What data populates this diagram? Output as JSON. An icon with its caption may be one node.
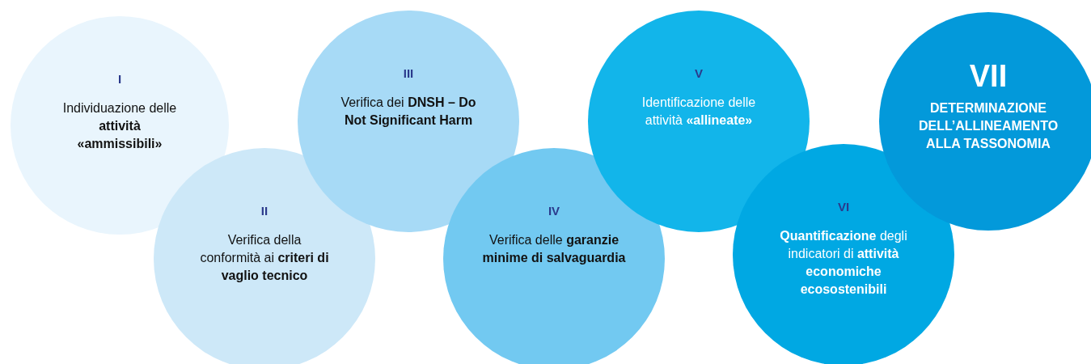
{
  "diagram": {
    "nodes": [
      {
        "text": [
          "I",
          "Individuazione delle **attività «ammissibili»**"
        ]
      },
      {
        "text": [
          "II",
          "Verifica della conformità ai **criteri di vaglio tecnico**"
        ]
      },
      {
        "text": [
          "III",
          "Verifica dei **DNSH – Do Not Significant Harm**"
        ]
      },
      {
        "text": [
          "IV",
          "Verifica delle **garanzie minime di salvaguardia**"
        ]
      },
      {
        "text": [
          "V",
          "Identificazione delle attività **«allineate»**"
        ]
      },
      {
        "text": [
          "VI",
          "**Quantificazione** degli indicatori di **attività economiche ecosostenibili**"
        ]
      },
      {
        "text": [
          "VII",
          "DETERMINAZIONE DELL’ALLINEAMENTO ALLA TASSONOMIA"
        ]
      }
    ]
  }
}
